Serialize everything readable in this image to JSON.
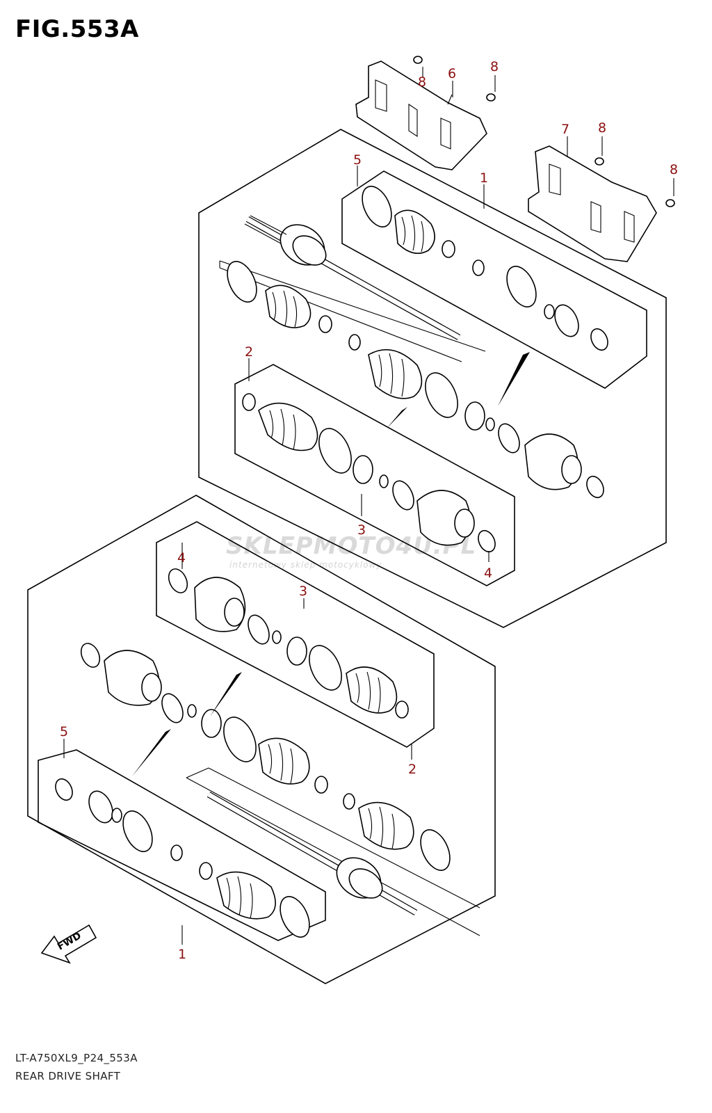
{
  "figure": {
    "title": "FIG.553A",
    "footer_code": "LT-A750XL9_P24_553A",
    "footer_name": "REAR DRIVE SHAFT"
  },
  "callouts": {
    "c1_top": "1",
    "c2_top": "2",
    "c3_top": "3",
    "c4_top": "4",
    "c5_top": "5",
    "c6": "6",
    "c7": "7",
    "c8a": "8",
    "c8b": "8",
    "c8c": "8",
    "c8d": "8",
    "c4_bot": "4",
    "c3_bot": "3",
    "c2_bot": "2",
    "c5_bot": "5",
    "c1_bot": "1"
  },
  "fwd": {
    "label": "FWD"
  },
  "watermark": {
    "brand": "SKLEPMOTO4U.PL",
    "tagline": "internetowy sklep motocyklowy"
  },
  "colors": {
    "callout": "#8b1010",
    "line": "#000000",
    "watermark": "#d9d9d9"
  }
}
